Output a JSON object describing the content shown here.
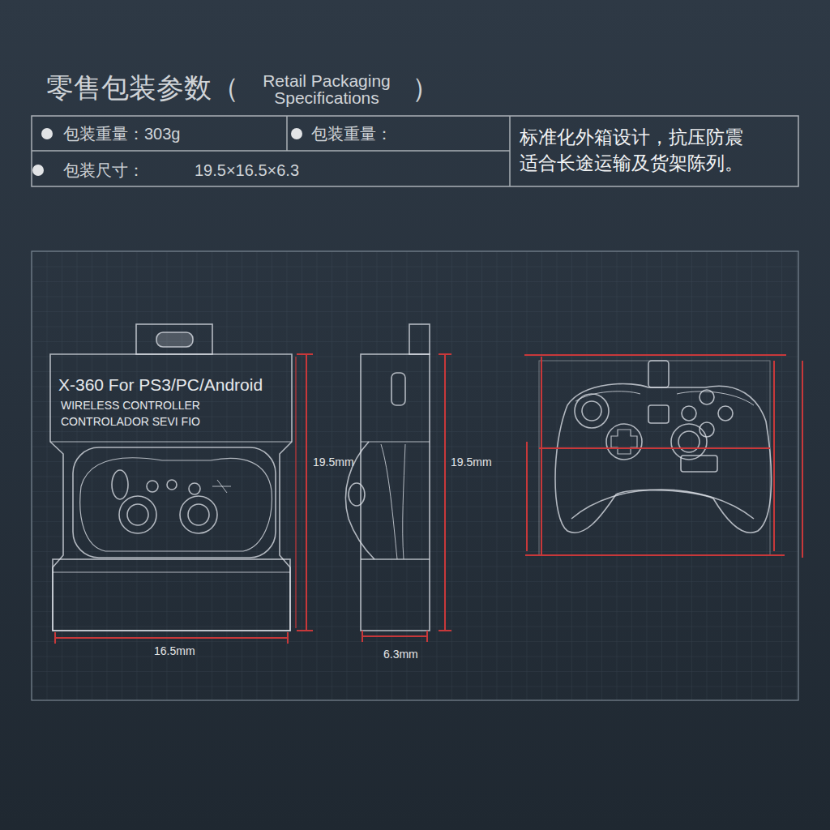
{
  "diagram": {
    "title": "零售包装参数（",
    "labels": [
      "Retail Packaging Specifications",
      "）",
      "包装重量：303g",
      "包装重量：",
      "包装尺寸：",
      "19.5×16.5×6.3",
      "标准化外箱设计，抗压防震 适合长途运输及货架陈列。",
      "X-360 For PS3/PC/Android",
      "WIRELESS CONTROLLER",
      "CONTROLADOR SEVI FIO",
      "19.5mm",
      "19.5mm",
      "16.5mm",
      "6.3mm"
    ]
  }
}
